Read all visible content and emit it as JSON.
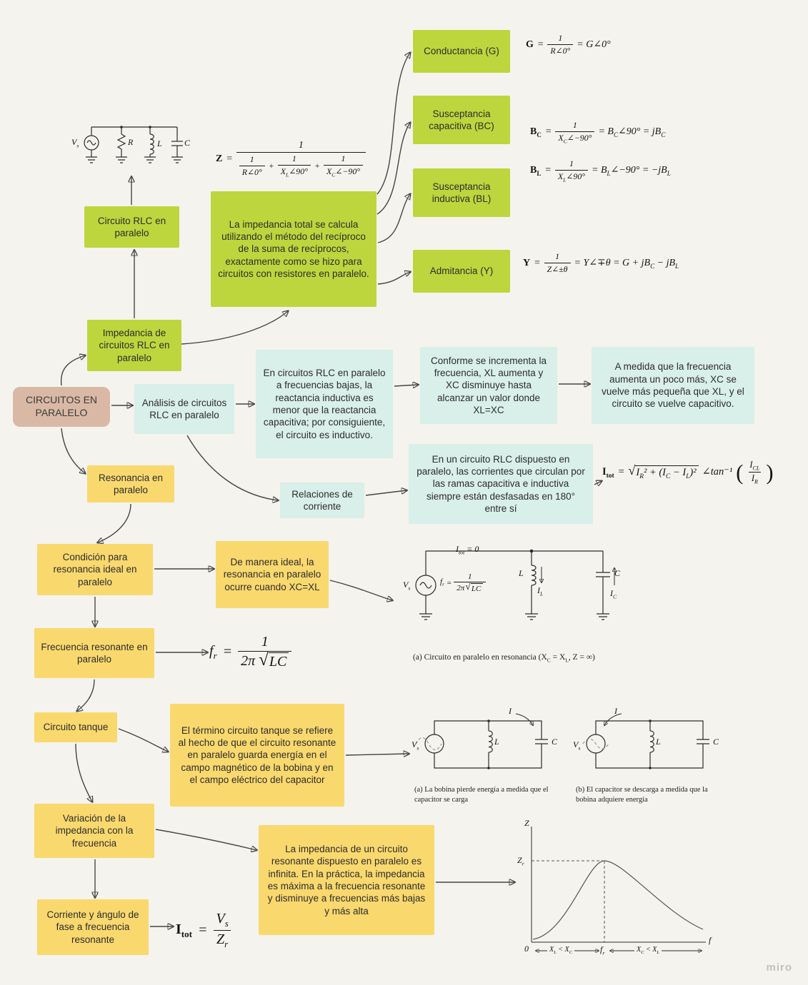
{
  "canvas": {
    "watermark": "miro"
  },
  "colors": {
    "bg": "#f5f3ee",
    "green": "#bdd63d",
    "teal": "#d9efe9",
    "yellow": "#f9d86e",
    "tan": "#d9b9a6"
  },
  "sym": {
    "eq": "=",
    "plus": "+",
    "radical": "√",
    "lp": "(",
    "rp": ")"
  },
  "nodes": {
    "circuito_rlc": "Circuito RLC en paralelo",
    "impedancia": "Impedancia de circuitos RLC en paralelo",
    "root": "CIRCUITOS EN PARALELO",
    "analisis": "Análisis de circuitos RLC en paralelo",
    "resonancia": "Resonancia en paralelo",
    "impedancia_nota": "La impedancia total se calcula utilizando el método del recíproco de la suma de recíprocos, exactamente como se hizo para circuitos con resistores en paralelo.",
    "conductancia": "Conductancia (G)",
    "susceptancia_c": "Susceptancia capacitiva (BC)",
    "susceptancia_l": "Susceptancia inductiva (BL)",
    "admitancia": "Admitancia (Y)",
    "frecuencias_bajas": "En circuitos RLC en paralelo a frecuencias bajas, la reactancia inductiva es menor que la reactancia capacitiva; por consiguiente, el circuito es inductivo.",
    "frecuencia_sube": "Conforme se incrementa la frecuencia, XL aumenta y XC disminuye hasta alcanzar un valor donde XL=XC",
    "frecuencia_mas": "A medida que la frecuencia aumenta un poco más, XC se vuelve más pequeña que XL, y el circuito se vuelve capacitivo.",
    "relaciones": "Relaciones de corriente",
    "corrientes_desfasadas": "En un circuito RLC dispuesto en paralelo, las corrientes que circulan por las ramas capacitiva e inductiva siempre están desfasadas en 180° entre sí",
    "condicion": "Condición para resonancia ideal en paralelo",
    "ideal": "De manera ideal, la resonancia en paralelo ocurre cuando XC=XL",
    "frecuencia_resonante": "Frecuencia resonante en paralelo",
    "tanque": "Circuito tanque",
    "tanque_nota": "El término circuito tanque se refiere al hecho de que el circuito resonante en paralelo guarda energía en el campo magnético de la bobina y en el campo eléctrico del capacitor",
    "variacion": "Variación de la impedancia con la frecuencia",
    "variacion_nota": "La impedancia de un circuito resonante dispuesto en paralelo es infinita. En la práctica, la impedancia es máxima a la frecuencia resonante y disminuye a frecuencias más bajas y más alta",
    "corriente_angulo": "Corriente y ángulo de fase a frecuencia resonante"
  },
  "formulas": {
    "z": {
      "lhs": "Z",
      "num": "1",
      "t1n": "1",
      "t1d": "R∠0°",
      "t2n": "1",
      "t2d": "X_{L}∠90°",
      "t3n": "1",
      "t3d": "X_{C}∠−90°"
    },
    "g": {
      "lhs": "G",
      "num": "1",
      "den": "R∠0°",
      "rhs": "= G∠0°"
    },
    "bc": {
      "lhs": "B_{C}",
      "num": "1",
      "den": "X_{C}∠−90°",
      "rhs": "= B_{C}∠90° = jB_{C}"
    },
    "bl": {
      "lhs": "B_{L}",
      "num": "1",
      "den": "X_{L}∠90°",
      "rhs": "= B_{L}∠−90° = −jB_{L}"
    },
    "y": {
      "lhs": "Y",
      "num": "1",
      "den": "Z∠±θ",
      "rhs": "= Y∠∓θ = G + jB_{C} − jB_{L}"
    },
    "itot": {
      "lhs": "I_{tot}",
      "rad": "I_{R}² + (I_{C} − I_{L})²",
      "angle": "∠tan⁻¹",
      "fn": "I_{CL}",
      "fd": "I_{R}"
    },
    "fr": {
      "lhs": "f_{r}",
      "num": "1",
      "den_pre": "2π",
      "den_rad": "LC"
    },
    "itot2": {
      "lhs": "I_{tot}",
      "num": "V_{s}",
      "den": "Z_{r}"
    }
  },
  "captions": {
    "resonance": "(a) Circuito en paralelo en resonancia (X_{C} = X_{L}, Z = ∞)",
    "tank_a": "(a) La bobina pierde energía a medida que el capacitor se carga",
    "tank_b": "(b) El capacitor se descarga a medida que la bobina adquiere energía"
  },
  "circuit1": {
    "vs": "V_{s}",
    "r": "R",
    "l": "L",
    "c": "C"
  },
  "circuit2": {
    "itot": "I_{tot} = 0",
    "vs": "V_{s}",
    "l": "L",
    "c": "C",
    "il": "I_{L}",
    "ic": "I_{C}"
  },
  "tank": {
    "vs": "V_{s}",
    "l": "L",
    "c": "C",
    "i": "I"
  },
  "graph": {
    "z": "Z",
    "zr": "Z_{r}",
    "zero": "0",
    "fr": "f_{r}",
    "f": "f",
    "left_region": "X_{L} < X_{C}",
    "right_region": "X_{C} < X_{L}"
  }
}
